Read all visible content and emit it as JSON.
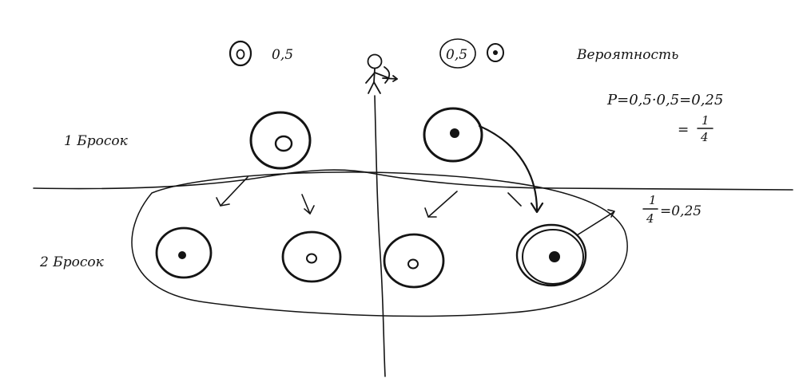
{
  "legend": {
    "left_probability": "0,5",
    "right_probability": "0,5",
    "title_word": "Вероятность"
  },
  "formulas": {
    "product": "P=0,5·0,5=0,25",
    "fraction_prefix": "=",
    "fraction_numerator": "1",
    "fraction_denominator": "4",
    "result_prefix": "=0,25"
  },
  "rows": {
    "first_throw": "1 Бросок",
    "second_throw": "2 Бросок"
  },
  "colors": {
    "ink": "#141414",
    "paper": "#ffffff"
  },
  "icons": [
    "stick-figure-archer-icon",
    "target-icon",
    "arrow-icon"
  ]
}
